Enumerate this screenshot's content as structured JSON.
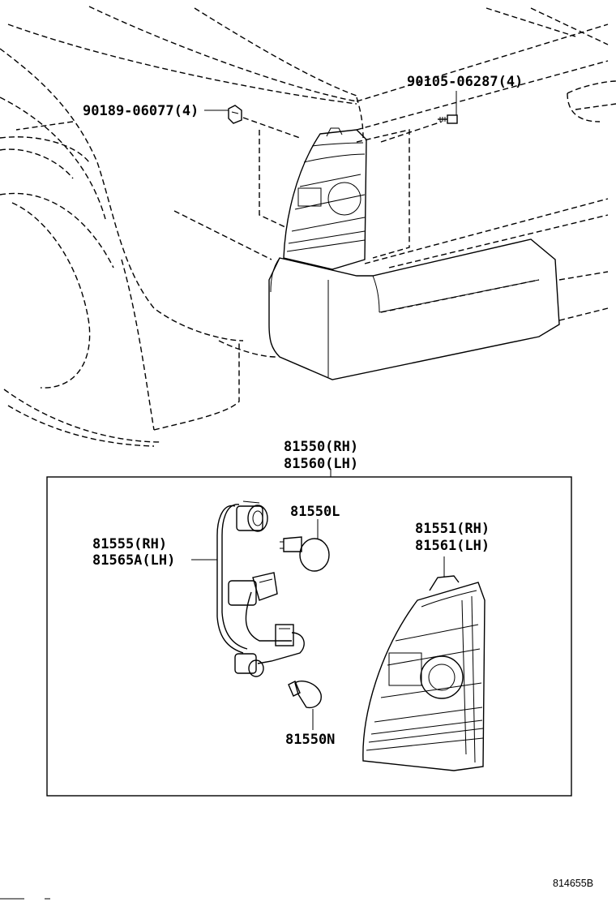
{
  "labels": {
    "bolt": "90105-06287(4)",
    "clip": "90189-06077(4)",
    "lamp_assy_rh": "81550(RH)",
    "lamp_assy_lh": "81560(LH)",
    "bulb_stop": "81550L",
    "socket_rh": "81555(RH)",
    "socket_lh": "81565A(LH)",
    "lens_rh": "81551(RH)",
    "lens_lh": "81561(LH)",
    "bulb_small": "81550N",
    "diagram_number": "814655B"
  }
}
